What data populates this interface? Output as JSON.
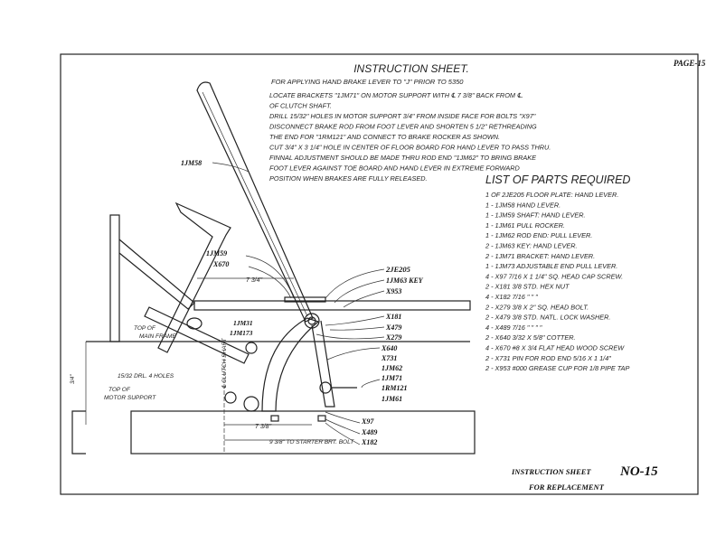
{
  "page_label": "PAGE-15",
  "title": "INSTRUCTION SHEET.",
  "subtitle": "FOR APPLYING HAND BRAKE LEVER TO \"J\" PRIOR TO 5350",
  "instructions": [
    "LOCATE BRACKETS \"1JM71\" ON MOTOR SUPPORT WITH ℄ 7 3/8\" BACK FROM ℄.",
    "OF CLUTCH SHAFT.",
    "DRILL 15/32\" HOLES IN MOTOR SUPPORT 3/4\" FROM INSIDE FACE FOR BOLTS \"X97\"",
    "DISCONNECT BRAKE ROD FROM FOOT LEVER AND SHORTEN 5 1/2\" RETHREADING",
    "THE END FOR \"1RM121\" AND CONNECT TO BRAKE ROCKER AS SHOWN.",
    "CUT 3/4\" X 3 1/4\" HOLE IN CENTER OF FLOOR BOARD FOR HAND LEVER TO PASS THRU.",
    "FINNAL ADJUSTMENT SHOULD BE MADE THRU ROD END \"1JM62\" TO BRING BRAKE",
    "FOOT LEVER AGAINST TOE BOARD AND HAND LEVER IN EXTREME FORWARD",
    "POSITION WHEN BRAKES ARE FULLY RELEASED."
  ],
  "parts_title": "LIST OF PARTS REQUIRED",
  "parts": [
    "1 OF 2JE205 FLOOR PLATE: HAND LEVER.",
    "1 - 1JM58 HAND LEVER.",
    "1 - 1JM59 SHAFT: HAND LEVER.",
    "1 - 1JM61 PULL ROCKER.",
    "1 - 1JM62 ROD END: PULL LEVER.",
    "2 - 1JM63 KEY: HAND LEVER.",
    "2 - 1JM71 BRACKET: HAND LEVER.",
    "1 - 1JM73 ADJUSTABLE END PULL LEVER.",
    "4 - X97 7/16 X 1 1/4\" SQ. HEAD CAP SCREW.",
    "2 - X181 3/8 STD. HEX NUT",
    "4 - X182 7/16 \"  \"  \"",
    "2 - X279 3/8 X 2\" SQ. HEAD BOLT.",
    "2 - X479 3/8 STD. NATL. LOCK WASHER.",
    "4 - X489 7/16 \"  \"  \"  \"",
    "2 - X640 3/32 X 5/8\" COTTER.",
    "4 - X670 #8 X 3/4 FLAT HEAD WOOD SCREW",
    "2 - X731 PIN FOR ROD END 5/16 X 1 1/4\"",
    "2 - X953 #000 GREASE CUP FOR 1/8 PIPE TAP"
  ],
  "callouts": {
    "hand_lever": "1JM58",
    "shaft": "1JM59",
    "screw": "X670",
    "floor_plate": "2JE205",
    "key": "1JM63 KEY",
    "grease_cup": "X953",
    "nut": "X181",
    "washer": "X479",
    "bolt": "X279",
    "cotter": "X640",
    "pin": "X731",
    "rod_end": "1JM62",
    "bracket": "1JM71",
    "brake_rod": "1RM121",
    "rocker": "1JM61",
    "cap_screw": "X97",
    "lock_washer": "X489",
    "hex_nut": "X182",
    "lever_a": "1JM31",
    "lever_b": "1JM173"
  },
  "notes": {
    "main_frame_1": "TOP OF",
    "main_frame_2": "MAIN FRAME",
    "motor_support_1": "TOP OF",
    "motor_support_2": "MOTOR SUPPORT",
    "drill": "15/32 DRL. 4 HOLES",
    "clutch_shaft": "℄ CLUTCH SHAFT",
    "dim_top": "7 3/4\"",
    "dim_a": "7 3/8\"",
    "dim_b": "9 3/8\" TO STARTER BRT. BOLT",
    "dim_side": "3/4\""
  },
  "footer": {
    "sheet_label": "INSTRUCTION SHEET",
    "sheet_no": "NO-15",
    "replacement": "FOR REPLACEMENT"
  }
}
